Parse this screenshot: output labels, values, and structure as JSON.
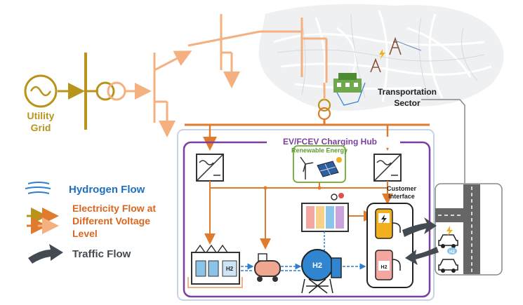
{
  "labels": {
    "utility_grid_line1": "Utility",
    "utility_grid_line2": "Grid",
    "transportation_line1": "Transportation",
    "transportation_line2": "Sector",
    "hub_title": "EV/FCEV Charging Hub",
    "renewable": "Renewable Energy",
    "customer_line1": "Customer",
    "customer_line2": "Interface",
    "h2_tank": "H2",
    "h2_storage": "H2",
    "h2_dispenser": "H2",
    "h2_car": "H2"
  },
  "legend": {
    "hydrogen_flow": "Hydrogen Flow",
    "electricity_line1": "Electricity Flow at",
    "electricity_line2": "Different Voltage",
    "electricity_line3": "Level",
    "traffic_flow": "Traffic Flow"
  },
  "colors": {
    "grid_gold": "#b8941a",
    "grid_line_light": "#f4b07e",
    "electricity_dark": "#e07b2e",
    "electricity_mid": "#ee8c44",
    "hydrogen_blue": "#2f7fd0",
    "hub_purple": "#7b3fa0",
    "renewable_green": "#7cb342",
    "traffic_gray": "#444a52",
    "legend_blue": "#1f6fc0",
    "legend_orange": "#d9661f"
  }
}
